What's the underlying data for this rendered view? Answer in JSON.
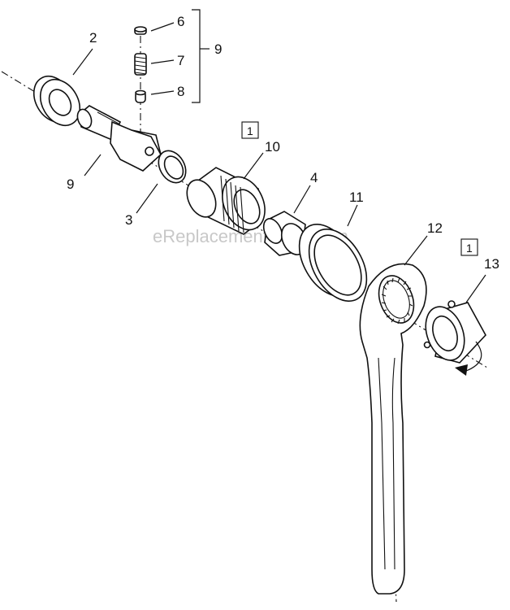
{
  "watermark": "eReplacementParts.com",
  "callouts": {
    "c2": "2",
    "c6": "6",
    "c7": "7",
    "c8": "8",
    "c9_group": "9",
    "c9_body": "9",
    "c3": "3",
    "c10": "10",
    "c4": "4",
    "c11": "11",
    "c12": "12",
    "c13": "13"
  },
  "boxed_notes": {
    "note_10": "1",
    "note_13": "1"
  }
}
